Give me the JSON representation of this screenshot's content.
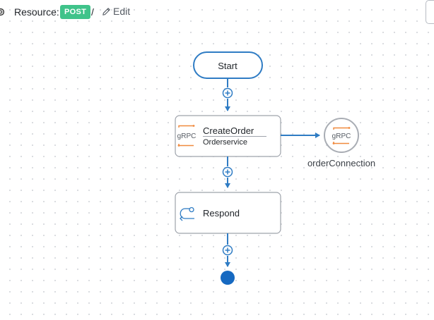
{
  "header": {
    "resource_label": "Resource:",
    "method_badge": "POST",
    "separator": "/",
    "edit_label": "Edit"
  },
  "flow": {
    "start_label": "Start",
    "create_order": {
      "title": "CreateOrder",
      "subtitle": "Orderservice",
      "icon_text": "gRPC"
    },
    "connection": {
      "label": "orderConnection",
      "icon_text": "gRPC"
    },
    "respond": {
      "title": "Respond"
    }
  },
  "colors": {
    "accent": "#2f7cc4",
    "badge": "#3fc38a",
    "grpc_orange": "#f08a3e",
    "end_node": "#1669c1"
  }
}
